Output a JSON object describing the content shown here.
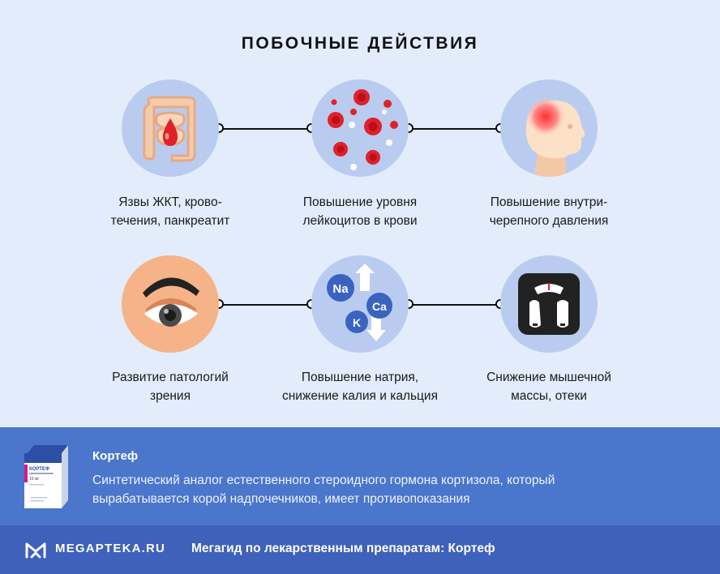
{
  "title": "ПОБОЧНЫЕ ДЕЙСТВИЯ",
  "effects": [
    {
      "icon": "intestine-bleeding-icon",
      "lines": [
        "Язвы ЖКТ, крово-",
        "течения, панкреатит"
      ]
    },
    {
      "icon": "blood-cells-icon",
      "lines": [
        "Повышение уровня",
        "лейкоцитов в крови"
      ]
    },
    {
      "icon": "head-pain-icon",
      "lines": [
        "Повышение внутри-",
        "черепного давления"
      ]
    },
    {
      "icon": "eye-icon",
      "lines": [
        "Развитие патологий",
        "зрения"
      ]
    },
    {
      "icon": "electrolytes-icon",
      "lines": [
        "Повышение натрия,",
        "снижение калия и кальция"
      ]
    },
    {
      "icon": "scale-icon",
      "lines": [
        "Снижение мышечной",
        "массы, отеки"
      ]
    }
  ],
  "electrolytes": {
    "na": "Na",
    "ca": "Ca",
    "k": "K"
  },
  "drug": {
    "name": "Кортеф",
    "description_lines": [
      "Синтетический аналог естественного стероидного гормона кортизола, который",
      "вырабатывается корой надпочечников, имеет противопоказания"
    ],
    "package": {
      "brand": "КОРТЕФ",
      "dose": "10 мг"
    }
  },
  "footer": {
    "logo": "MEGAPTEKA.RU",
    "text": "Мегагид по лекарственным препаратам: Кортеф"
  },
  "colors": {
    "background": "#e3ecfb",
    "circle": "#b9ccef",
    "drug_band": "#4a76cb",
    "footer_band": "#3e61bb",
    "blood_red": "#e0202a"
  }
}
